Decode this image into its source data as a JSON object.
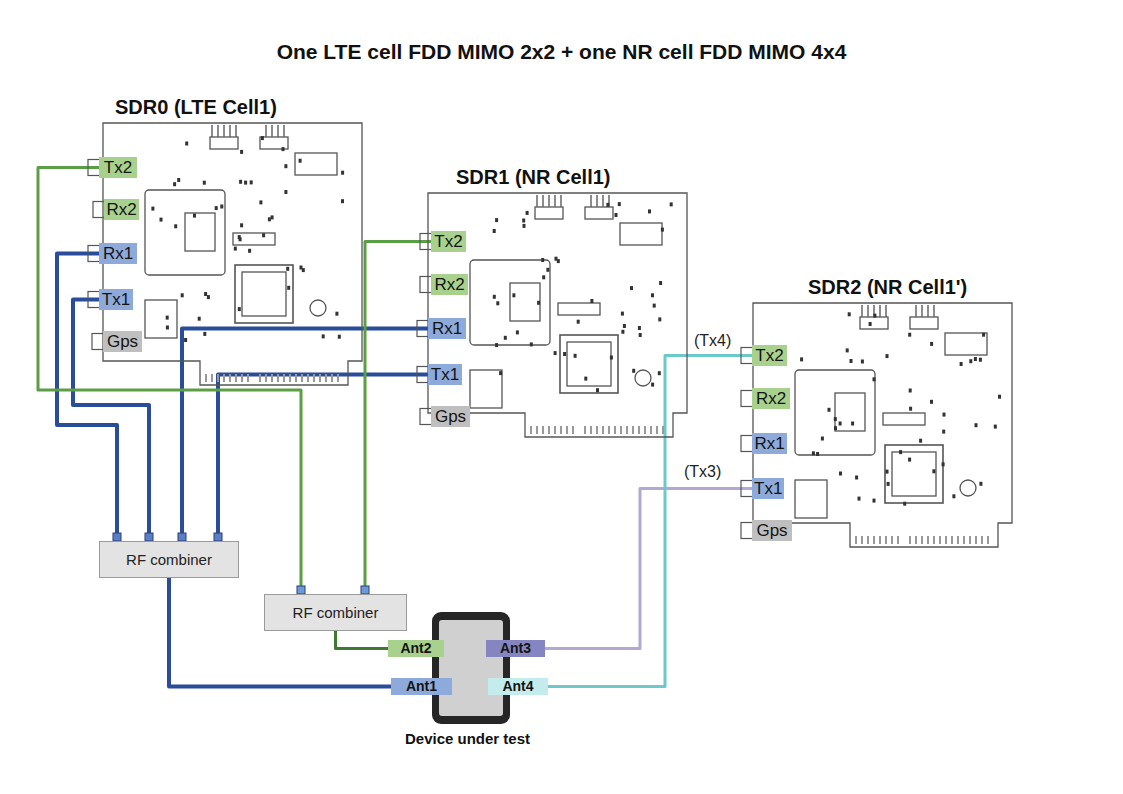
{
  "diagram": {
    "title": "One LTE cell FDD MIMO 2x2 + one NR cell FDD MIMO 4x4",
    "nodes": [
      {
        "text": [
          "SDR0 (LTE Cell1)"
        ]
      },
      {
        "text": [
          "Tx2"
        ],
        "in": 0
      },
      {
        "text": [
          "Rx2"
        ],
        "in": 0
      },
      {
        "text": [
          "Rx1"
        ],
        "in": 0
      },
      {
        "text": [
          "Tx1"
        ],
        "in": 0
      },
      {
        "text": [
          "Gps"
        ],
        "in": 0
      },
      {
        "text": [
          "SDR1 (NR Cell1)"
        ]
      },
      {
        "text": [
          "Tx2"
        ],
        "in": 6
      },
      {
        "text": [
          "Rx2"
        ],
        "in": 6
      },
      {
        "text": [
          "Rx1"
        ],
        "in": 6
      },
      {
        "text": [
          "Tx1"
        ],
        "in": 6
      },
      {
        "text": [
          "Gps"
        ],
        "in": 6
      },
      {
        "text": [
          "SDR2 (NR Cell1')"
        ]
      },
      {
        "text": [
          "Tx2"
        ],
        "in": 12
      },
      {
        "text": [
          "Rx2"
        ],
        "in": 12
      },
      {
        "text": [
          "Rx1"
        ],
        "in": 12
      },
      {
        "text": [
          "Tx1"
        ],
        "in": 12
      },
      {
        "text": [
          "Gps"
        ],
        "in": 12
      },
      {
        "text": [
          "RF combiner"
        ]
      },
      {
        "text": [
          "RF combiner"
        ]
      },
      {
        "text": [
          "Device under test"
        ]
      },
      {
        "text": [
          "Ant2"
        ],
        "in": 20
      },
      {
        "text": [
          "Ant3"
        ],
        "in": 20
      },
      {
        "text": [
          "Ant1"
        ],
        "in": 20
      },
      {
        "text": [
          "Ant4"
        ],
        "in": 20
      }
    ],
    "edges": [
      {
        "from": 3,
        "to": 18,
        "arrow": "none"
      },
      {
        "from": 4,
        "to": 18,
        "arrow": "none"
      },
      {
        "from": 9,
        "to": 18,
        "arrow": "none"
      },
      {
        "from": 10,
        "to": 18,
        "arrow": "none"
      },
      {
        "from": 18,
        "to": 23,
        "arrow": "none"
      },
      {
        "from": 1,
        "to": 19,
        "arrow": "none"
      },
      {
        "from": 7,
        "to": 19,
        "arrow": "none"
      },
      {
        "from": 19,
        "to": 21,
        "arrow": "none"
      },
      {
        "from": 16,
        "to": 22,
        "arrow": "none"
      },
      {
        "from": 13,
        "to": 24,
        "arrow": "none"
      }
    ],
    "labels": [
      "(Tx4)",
      "(Tx3)"
    ]
  }
}
